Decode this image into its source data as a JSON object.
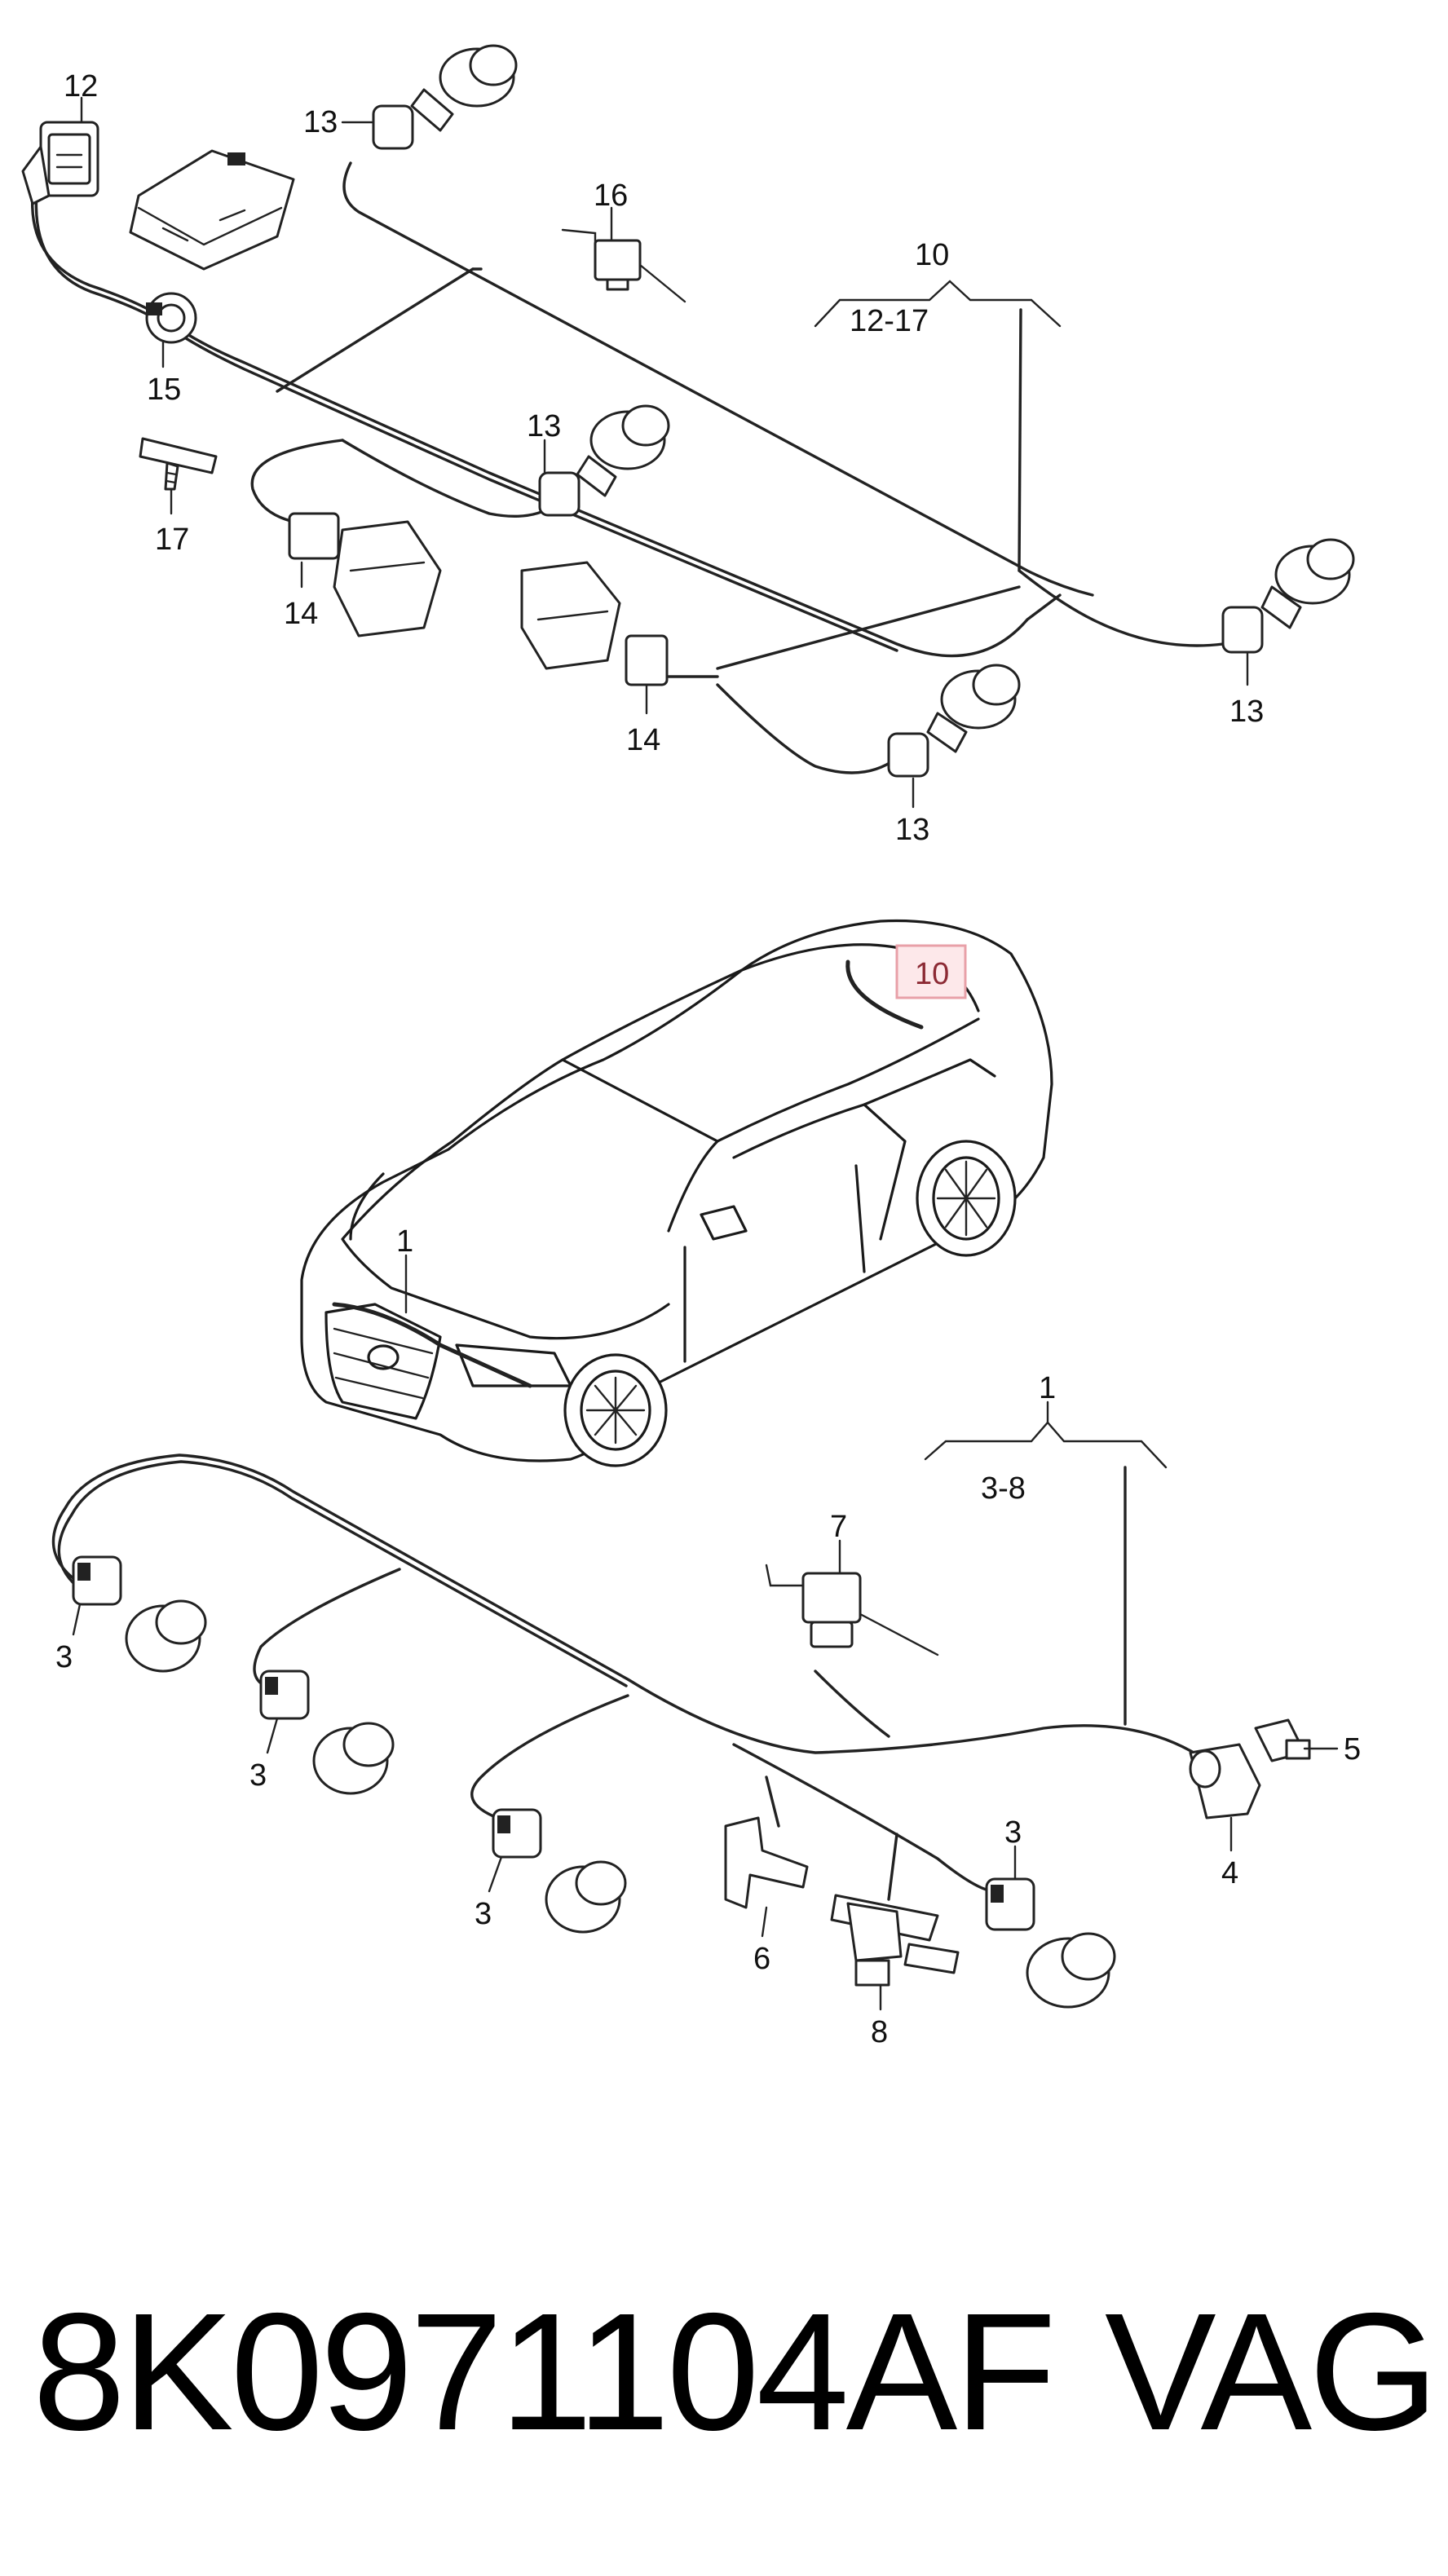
{
  "diagram": {
    "labels": {
      "l12": "12",
      "l13a": "13",
      "l16": "16",
      "l10top": "10",
      "l12to17": "12-17",
      "l15": "15",
      "l17": "17",
      "l13b": "13",
      "l14a": "14",
      "l14b": "14",
      "l13c": "13",
      "l13d": "13",
      "l10car": "10",
      "l1car": "1",
      "l1bot": "1",
      "l3to8": "3-8",
      "l7": "7",
      "l5": "5",
      "l4": "4",
      "l3a": "3",
      "l3b": "3",
      "l3c": "3",
      "l3d": "3",
      "l6": "6",
      "l8": "8"
    },
    "highlight_color": "#e8a0a8"
  },
  "footer": {
    "part_number": "8K0971104AF",
    "brand": "VAG"
  }
}
